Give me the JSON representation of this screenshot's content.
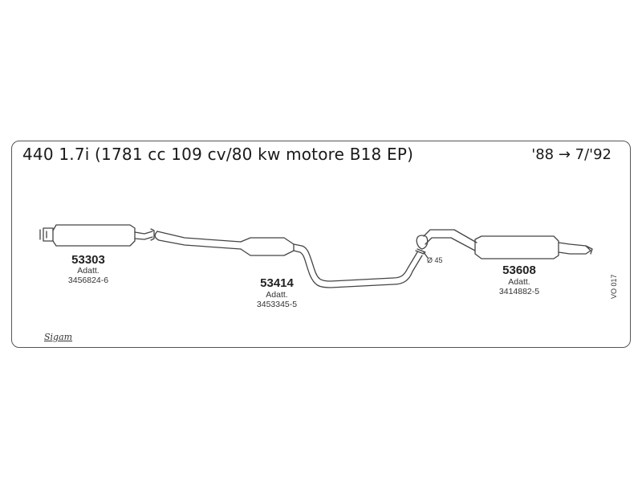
{
  "title": "440 1.7i (1781 cc 109 cv/80 kw motore B18 EP)",
  "years": "'88 → 7/'92",
  "parts": [
    {
      "number": "53303",
      "label": "Adatt.",
      "code": "3456824-6"
    },
    {
      "number": "53414",
      "label": "Adatt.",
      "code": "3453345-5"
    },
    {
      "number": "53608",
      "label": "Adatt.",
      "code": "3414882-5"
    }
  ],
  "diameter": "Ø 45",
  "diagram_code": "VO 017",
  "brand": "Sigam",
  "colors": {
    "line": "#444444",
    "frame": "#555555"
  }
}
